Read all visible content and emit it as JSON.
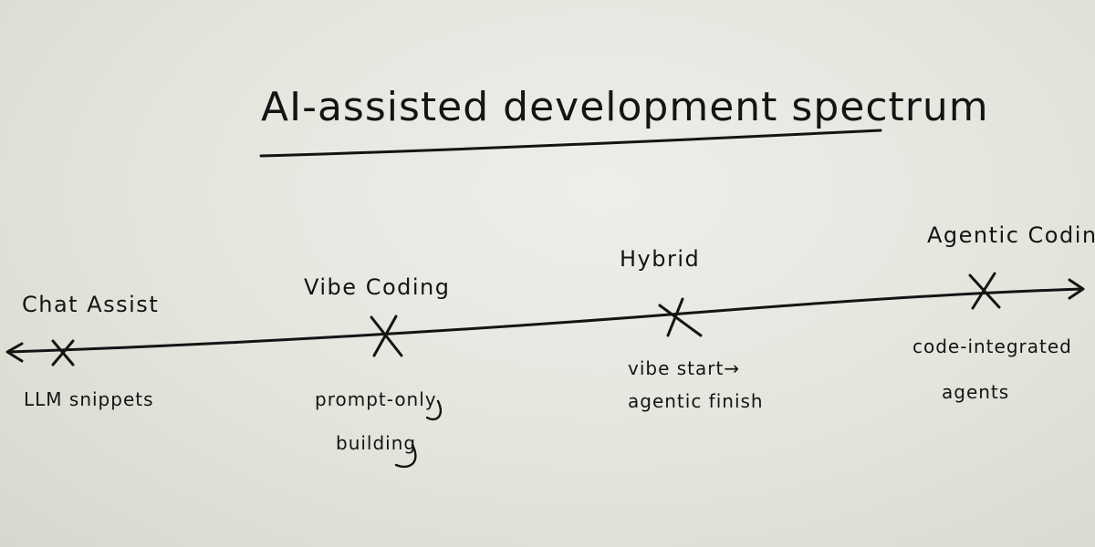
{
  "title": "AI-assisted development spectrum",
  "points": [
    {
      "label": "Chat Assist",
      "description": [
        "LLM snippets"
      ]
    },
    {
      "label": "Vibe Coding",
      "description": [
        "prompt-only",
        "building"
      ]
    },
    {
      "label": "Hybrid",
      "description": [
        "vibe start→",
        "agentic finish"
      ]
    },
    {
      "label": "Agentic Coding",
      "description": [
        "code-integrated",
        "agents"
      ]
    }
  ]
}
